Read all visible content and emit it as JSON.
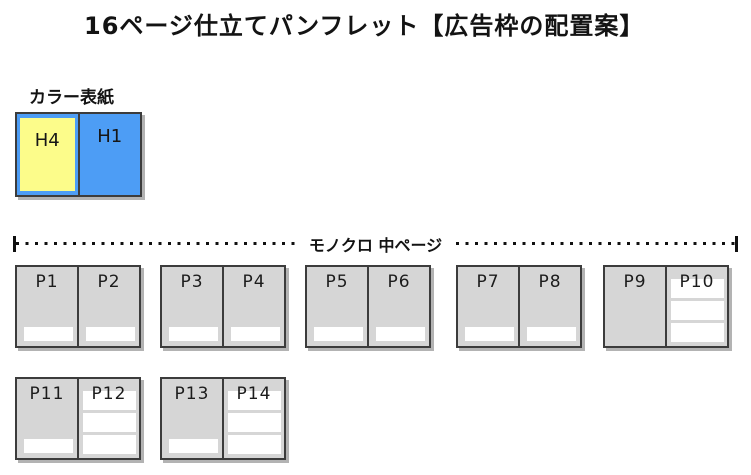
{
  "title": "16ページ仕立てパンフレット【広告枠の配置案】",
  "cover": {
    "section_label": "カラー表紙",
    "back_cover_label": "H4",
    "front_cover_label": "H1"
  },
  "divider": {
    "label": "モノクロ 中ページ"
  },
  "spreads": [
    {
      "left": "P1",
      "right": "P2",
      "left_ad_slots": 1,
      "right_ad_slots": 1
    },
    {
      "left": "P3",
      "right": "P4",
      "left_ad_slots": 1,
      "right_ad_slots": 1
    },
    {
      "left": "P5",
      "right": "P6",
      "left_ad_slots": 1,
      "right_ad_slots": 1
    },
    {
      "left": "P7",
      "right": "P8",
      "left_ad_slots": 1,
      "right_ad_slots": 1
    },
    {
      "left": "P9",
      "right": "P10",
      "left_ad_slots": 0,
      "right_ad_slots": 3
    },
    {
      "left": "P11",
      "right": "P12",
      "left_ad_slots": 1,
      "right_ad_slots": 3
    },
    {
      "left": "P13",
      "right": "P14",
      "left_ad_slots": 1,
      "right_ad_slots": 3
    }
  ],
  "colors": {
    "cover_blue": "#4d9df5",
    "cover_yellow": "#fcfc8a",
    "page_gray": "#d6d6d6",
    "border_dark": "#3c3c3c",
    "ad_slot": "#ffffff"
  }
}
